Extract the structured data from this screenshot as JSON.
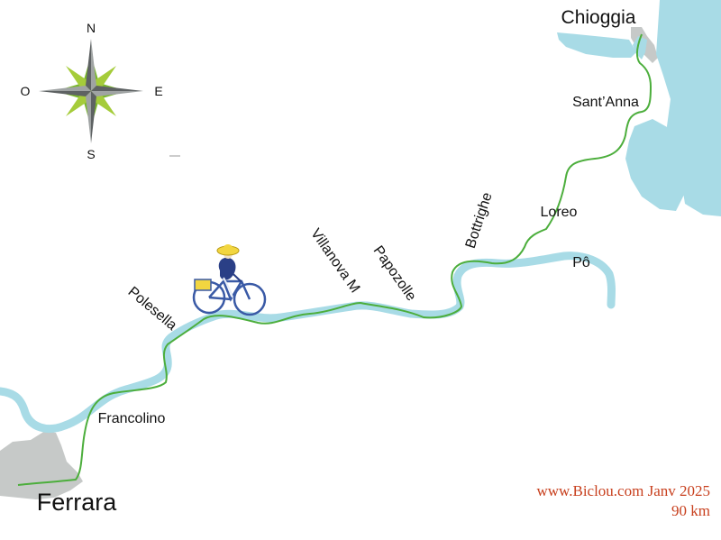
{
  "colors": {
    "water": "#a8dbe6",
    "land": "#c6c9c8",
    "route": "#4cae3c",
    "river_label": "#3aa0c8",
    "credit": "#c8401e",
    "text": "#111111"
  },
  "compass": {
    "north": "N",
    "south": "S",
    "east": "E",
    "west": "O"
  },
  "towns": {
    "chioggia": "Chioggia",
    "sant_anna": "Sant’Anna",
    "loreo": "Loreo",
    "bottrighe": "Bottrighe",
    "papozolle": "Papozolle",
    "villanova": "Villanova M",
    "polesella": "Polesella",
    "francolino": "Francolino",
    "ferrara": "Ferrara"
  },
  "river": {
    "name": "Pô"
  },
  "credits": {
    "site": "www.Biclou.com Janv 2025",
    "distance": "90 km"
  },
  "icons": {
    "compass": "compass-rose-icon",
    "cyclist": "cyclist-icon"
  }
}
